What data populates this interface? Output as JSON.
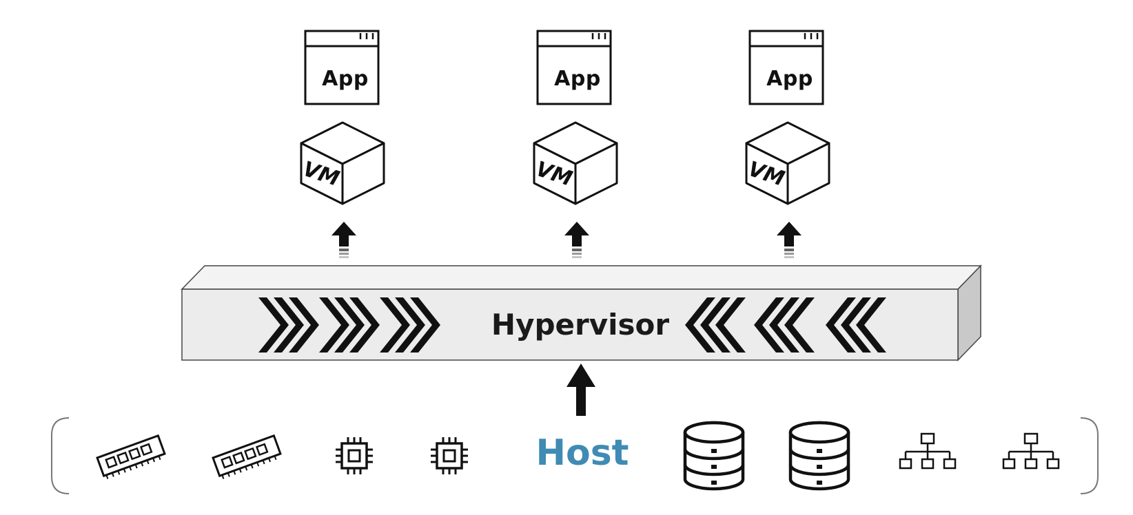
{
  "apps": [
    {
      "label": "App",
      "icon": "app-window-icon"
    },
    {
      "label": "App",
      "icon": "app-window-icon"
    },
    {
      "label": "App",
      "icon": "app-window-icon"
    }
  ],
  "vms": [
    {
      "label": "VM",
      "icon": "vm-cube-icon"
    },
    {
      "label": "VM",
      "icon": "vm-cube-icon"
    },
    {
      "label": "VM",
      "icon": "vm-cube-icon"
    }
  ],
  "hypervisor": {
    "label": "Hypervisor"
  },
  "host": {
    "label": "Host",
    "label_color": "#3f8bb3",
    "resources": [
      "memory-module-icon",
      "memory-module-icon",
      "cpu-chip-icon",
      "cpu-chip-icon",
      "database-icon",
      "database-icon",
      "network-icon",
      "network-icon"
    ]
  }
}
